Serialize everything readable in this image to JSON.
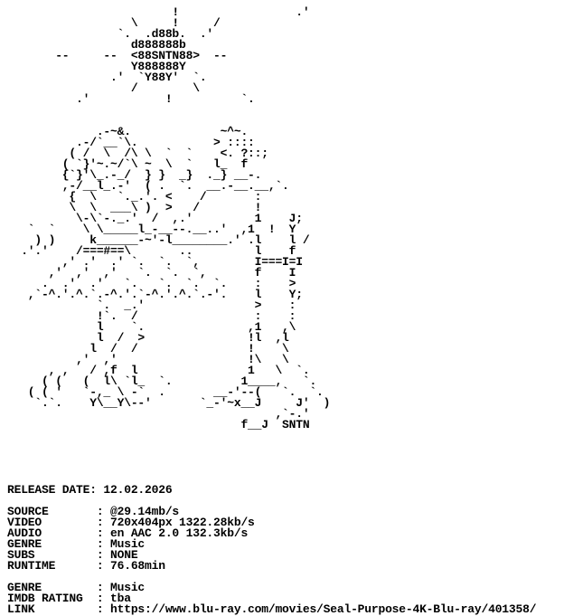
{
  "document": {
    "ascii_art": "                        !                 .'\n                  \\     !     /\n                `.  .d88b.  .'\n                  d888888b\n       --     --  <88SNTN88>  --\n                  Y888888Y\n               .'  `Y88Y'  `.\n                  /        \\\n          .'           !          `.\n\n\n             .-~&.             ~^~.\n          .-/`__`\\.           > ::::\n         ( /  \\  /\\ \\  `  `    <. ?::;\n        ( `}'~.~/`\\ ~  \\  `   l_  f\n        {`}'\\_.-_/  } }  _}  ._} __-.\n        ,-/__l_.-'  ( .  `.  __.-__.__,`.\n         {  \\   `._.'. <    /       :\n         \\  \\  ___\\ )  >   /        !\n          \\-\\`-._.'  /  ,.'         1    J;\n   `  `    \\ \\_____l_-__--.__..'  ,1  !  Y\n    ) )     k______-~'-l________.' .l    l /\n  .'.'    /===#==\\       ..         l    f\n        ,' .'  .' `.  `.  `,        I===I=I\n      ,'  ,'  ,'   `.  `.  `,       f    I\n     .  .'  .'   `.   `.  `.  `.    :    >\n   ,`-^.'.^.`.-^.'.`-^.'.^.`.-'.    l    Y;\n             `.  _.'                >    :\n             !`.  /                 :    :\n             l    `.               ,1   ,\\\n             l  /  >               !l  ,l\n            l  /  /                !    \\\n          ,'  ,'                   !\\   \\\n      , ,   / ,f  l                1   \\  `.\n     ( (   (  l\\ `l_  `.          1____,   `.\n   ( ( '   `-,_ \\ -`  .       __-'--(   `.  `.\n    `.`.    Y\\__Y\\--'       `_-'~x__J     J'  )\n                                       ,`-.'\n                                  f__J  SNTN",
    "release_date": "RELEASE DATE: 12.02.2026",
    "info_lines": [
      "SOURCE       : @29.14mb/s",
      "VIDEO        : 720x404px 1322.28kb/s",
      "AUDIO        : en AAC 2.0 132.3kb/s",
      "GENRE        : Music",
      "SUBS         : NONE",
      "RUNTIME      : 76.68min"
    ],
    "extra_lines": [
      "GENRE        : Music",
      "IMDB RATING  : tba",
      "LINK         : https://www.blu-ray.com/movies/Seal-Purpose-4K-Blu-ray/401358/"
    ]
  }
}
